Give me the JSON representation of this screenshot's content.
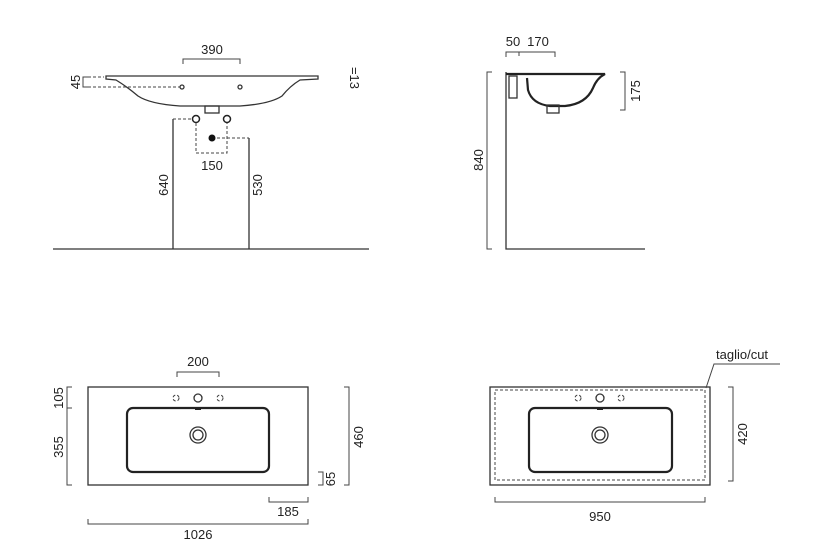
{
  "front_view": {
    "top_holes_spacing": "390",
    "rim_offset": "45",
    "rim_thickness": "=13",
    "bracket_spacing": "150",
    "rim_height": "640",
    "drain_height": "530"
  },
  "side_view": {
    "wall_offset": "50",
    "depth_offset": "170",
    "basin_depth": "175",
    "total_height": "840"
  },
  "plan_view": {
    "taps_spacing": "200",
    "front_margin": "105",
    "basin_length": "355",
    "total_depth": "460",
    "rear_margin": "65",
    "side_margin": "185",
    "total_width": "1026"
  },
  "cut_view": {
    "cut_label": "taglio/cut",
    "cut_depth": "420",
    "cut_width": "950"
  }
}
